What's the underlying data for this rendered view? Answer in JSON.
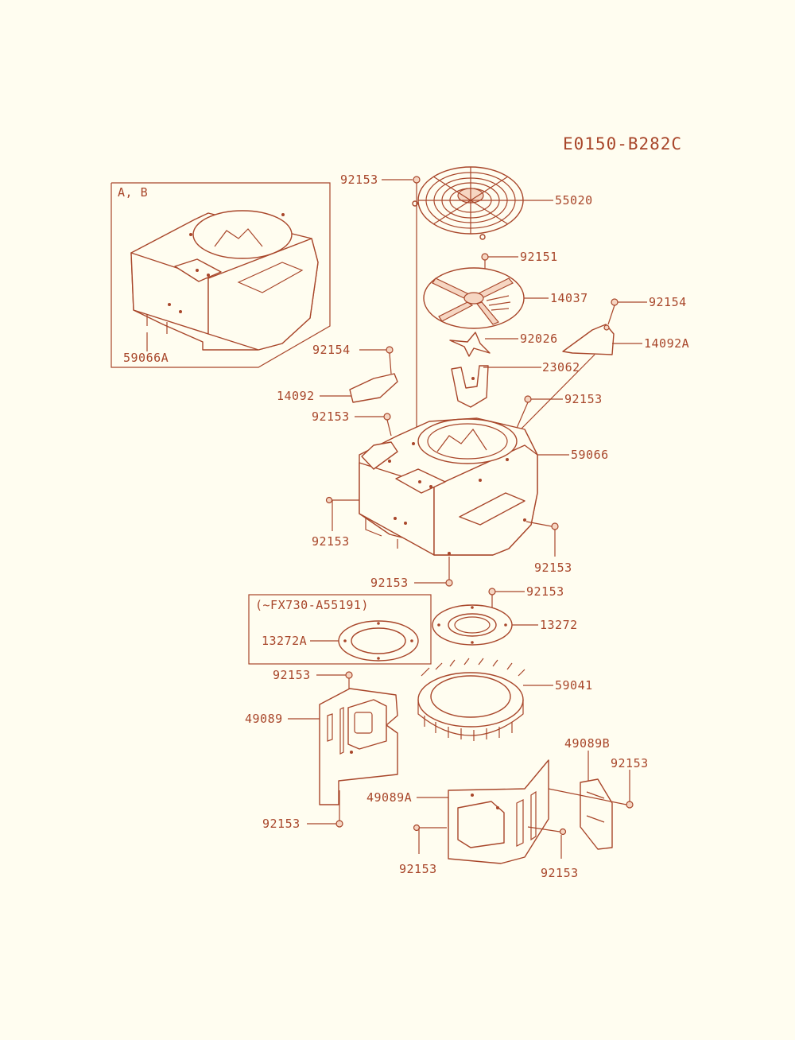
{
  "diagram_code": "E0150-B282C",
  "inset_a": {
    "title": "A, B",
    "part": "59066A"
  },
  "inset_b": {
    "title": "(~FX730-A55191)",
    "part": "13272A"
  },
  "callouts": {
    "c55020": "55020",
    "c92151": "92151",
    "c14037": "14037",
    "c92154a": "92154",
    "c14092A": "14092A",
    "c92026": "92026",
    "c23062": "23062",
    "c92153_top": "92153",
    "c92154b": "92154",
    "c14092": "14092",
    "c92153_left": "92153",
    "c92153_r1": "92153",
    "c59066": "59066",
    "c92153_side": "92153",
    "c92153_br": "92153",
    "c92153_bot": "92153",
    "c92153_13272": "92153",
    "c13272": "13272",
    "c59041": "59041",
    "c92153_49089t": "92153",
    "c49089": "49089",
    "c92153_49089b": "92153",
    "c49089B": "49089B",
    "c92153_49089B": "92153",
    "c49089A": "49089A",
    "c92153_49089Al": "92153",
    "c92153_49089Ar": "92153"
  },
  "colors": {
    "ink": "#a8462a",
    "paper": "#fffdf0"
  }
}
